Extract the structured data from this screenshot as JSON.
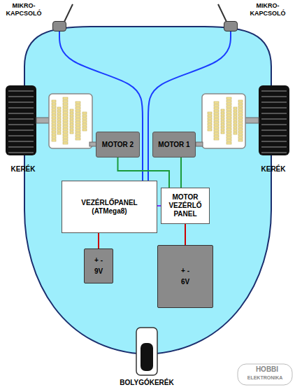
{
  "diagram": {
    "nodes": [
      {
        "text": [
          "MIKRO- KAPCSOLÓ"
        ]
      },
      {
        "text": [
          "MIKRO- KAPCSOLÓ"
        ]
      },
      {
        "text": [
          "MOTOR 2"
        ]
      },
      {
        "text": [
          "MOTOR 1"
        ]
      },
      {
        "text": [
          "VEZÉRLŐPANEL",
          "(ATMega8)"
        ]
      },
      {
        "text": [
          "MOTOR VEZÉRLŐ PANEL"
        ]
      },
      {
        "text": [
          "+ -",
          "9V"
        ]
      },
      {
        "text": [
          "+ -",
          "6V"
        ]
      }
    ],
    "edges": [
      {
        "from": 0,
        "to": 4,
        "arrow": "none"
      },
      {
        "from": 1,
        "to": 4,
        "arrow": "none"
      },
      {
        "from": 2,
        "to": 5,
        "arrow": "none"
      },
      {
        "from": 3,
        "to": 5,
        "arrow": "none"
      },
      {
        "from": 4,
        "to": 5,
        "arrow": "none"
      },
      {
        "from": 6,
        "to": 4,
        "arrow": "none"
      },
      {
        "from": 7,
        "to": 5,
        "arrow": "none"
      }
    ],
    "labels": [
      "KERÉK",
      "KERÉK",
      "BOLYGÓKERÉK",
      "HOBBI",
      "ELEKTRONIKA"
    ]
  }
}
